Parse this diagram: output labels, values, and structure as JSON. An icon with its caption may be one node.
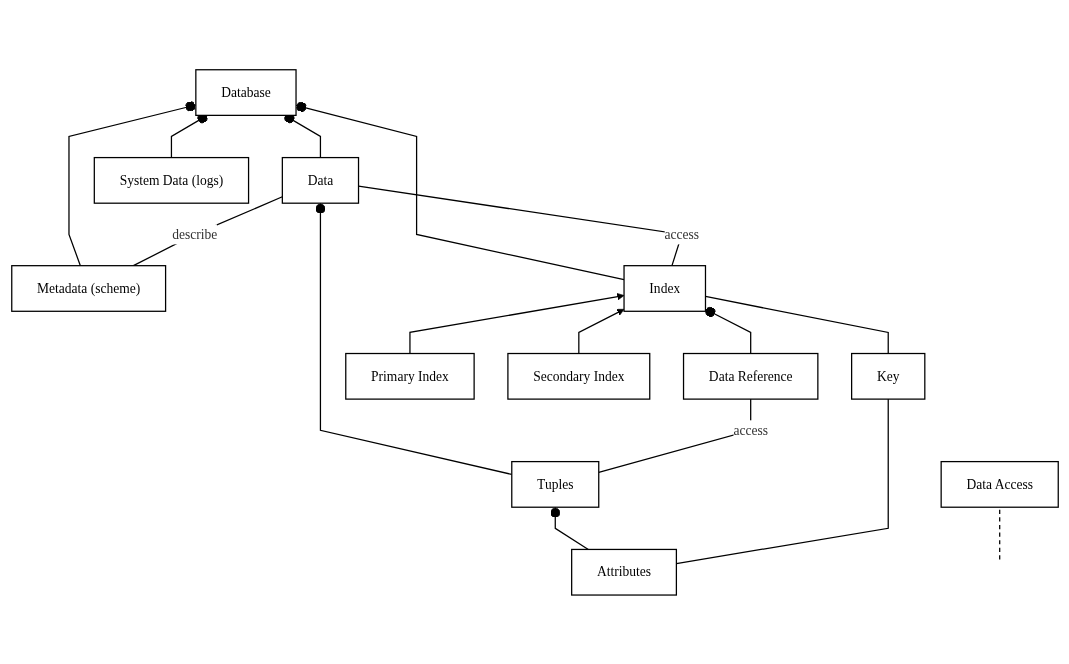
{
  "diagram": {
    "nodes": [
      {
        "text": [
          "Database"
        ]
      },
      {
        "text": [
          "Metadata (scheme)"
        ]
      },
      {
        "text": [
          "Data"
        ]
      },
      {
        "text": [
          "Index"
        ]
      },
      {
        "text": [
          "System Data (logs)"
        ]
      },
      {
        "text": [
          "Tuples"
        ]
      },
      {
        "text": [
          "Data Reference"
        ]
      },
      {
        "text": [
          "Primary Index"
        ]
      },
      {
        "text": [
          "Secondary Index"
        ]
      },
      {
        "text": [
          "Data Access"
        ]
      },
      {
        "text": [
          "Attributes"
        ]
      },
      {
        "text": [
          "Key"
        ]
      }
    ],
    "edges": [
      {
        "from": 4,
        "to": 0,
        "arrow": "other"
      },
      {
        "from": 1,
        "to": 0,
        "arrow": "other"
      },
      {
        "from": 2,
        "to": 0,
        "arrow": "other"
      },
      {
        "from": 3,
        "to": 0,
        "arrow": "other"
      },
      {
        "from": 1,
        "to": 2,
        "arrow": "none",
        "label": "describe"
      },
      {
        "from": 3,
        "to": 2,
        "arrow": "none",
        "label": "access"
      },
      {
        "from": 5,
        "to": 2,
        "arrow": "other"
      },
      {
        "from": 6,
        "to": 3,
        "arrow": "other"
      },
      {
        "from": 6,
        "to": 5,
        "arrow": "none",
        "label": "access"
      },
      {
        "from": 9,
        "to": null,
        "arrow": "none",
        "style": "dashed"
      },
      {
        "from": 10,
        "to": 5,
        "arrow": "other"
      },
      {
        "from": 10,
        "to": 11,
        "arrow": "none"
      },
      {
        "from": 11,
        "to": 3,
        "arrow": "none"
      },
      {
        "from": 7,
        "to": 3,
        "arrow": "to"
      },
      {
        "from": 8,
        "to": 3,
        "arrow": "to"
      }
    ]
  }
}
